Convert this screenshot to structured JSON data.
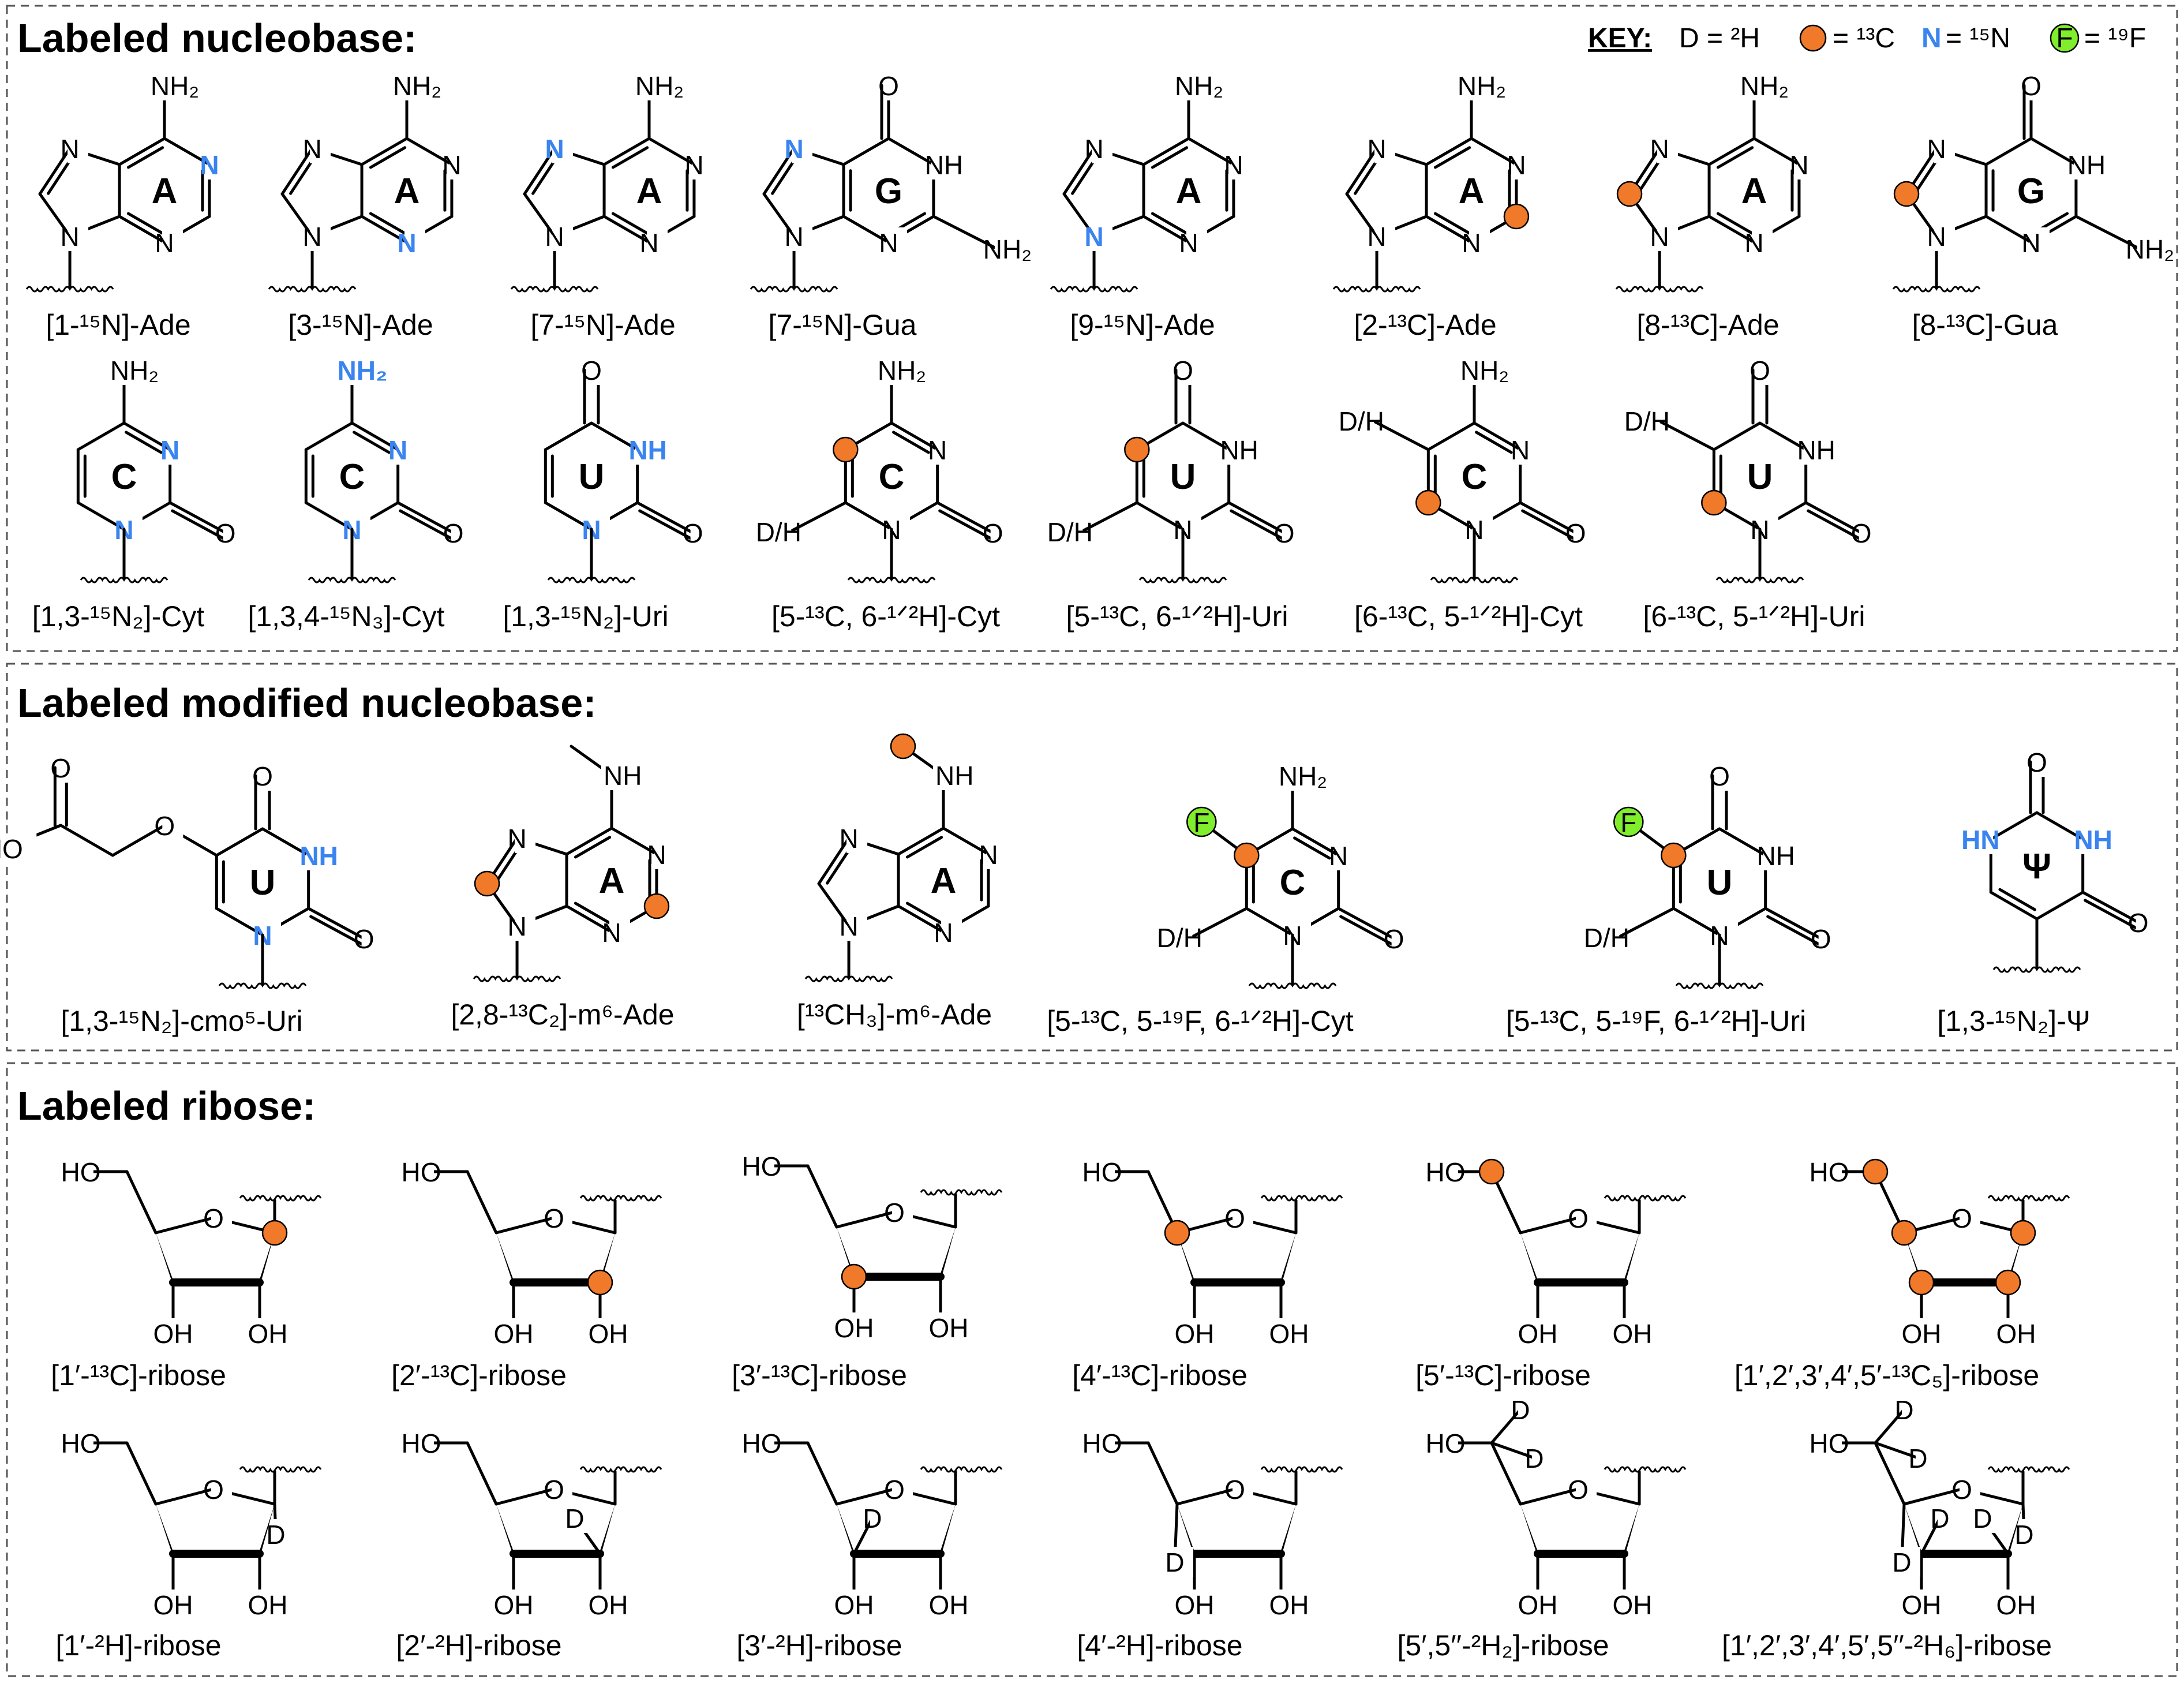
{
  "sections": {
    "nucleobase_title": "Labeled nucleobase:",
    "modified_title": "Labeled modified nucleobase:",
    "ribose_title": "Labeled ribose:"
  },
  "key": {
    "label": "KEY:",
    "deuterium": "D = ²H",
    "carbon": "= ¹³C",
    "nitrogen_symbol": "N",
    "nitrogen": "= ¹⁵N",
    "fluorine_symbol": "F",
    "fluorine": "= ¹⁹F"
  },
  "colors": {
    "c13": "#f07a2a",
    "n15": "#3a84f0",
    "f19": "#80ee2c",
    "bond": "#000000",
    "frame": "#555555"
  },
  "nucleobases": [
    {
      "name": "[1-¹⁵N]-Ade",
      "base": "purine",
      "letter": "A",
      "amino": true,
      "n15": [
        "N1"
      ],
      "c13": []
    },
    {
      "name": "[3-¹⁵N]-Ade",
      "base": "purine",
      "letter": "A",
      "amino": true,
      "n15": [
        "N3"
      ],
      "c13": []
    },
    {
      "name": "[7-¹⁵N]-Ade",
      "base": "purine",
      "letter": "A",
      "amino": true,
      "n15": [
        "N7"
      ],
      "c13": []
    },
    {
      "name": "[7-¹⁵N]-Gua",
      "base": "purine",
      "letter": "G",
      "amino": false,
      "n15": [
        "N7"
      ],
      "c13": []
    },
    {
      "name": "[9-¹⁵N]-Ade",
      "base": "purine",
      "letter": "A",
      "amino": true,
      "n15": [
        "N9"
      ],
      "c13": []
    },
    {
      "name": "[2-¹³C]-Ade",
      "base": "purine",
      "letter": "A",
      "amino": true,
      "n15": [],
      "c13": [
        "C2"
      ]
    },
    {
      "name": "[8-¹³C]-Ade",
      "base": "purine",
      "letter": "A",
      "amino": true,
      "n15": [],
      "c13": [
        "C8"
      ]
    },
    {
      "name": "[8-¹³C]-Gua",
      "base": "purine",
      "letter": "G",
      "amino": false,
      "n15": [],
      "c13": [
        "C8"
      ]
    },
    {
      "name": "[1,3-¹⁵N₂]-Cyt",
      "base": "pyrimidine",
      "letter": "C",
      "n15": [
        "N1",
        "N3"
      ],
      "c13": [],
      "d5": false,
      "d6": false
    },
    {
      "name": "[1,3,4-¹⁵N₃]-Cyt",
      "base": "pyrimidine",
      "letter": "C",
      "n15": [
        "N1",
        "N3",
        "N4"
      ],
      "c13": [],
      "d5": false,
      "d6": false
    },
    {
      "name": "[1,3-¹⁵N₂]-Uri",
      "base": "pyrimidine",
      "letter": "U",
      "n15": [
        "N1",
        "N3"
      ],
      "c13": [],
      "d5": false,
      "d6": false
    },
    {
      "name": "[5-¹³C, 6-¹ᐟ²H]-Cyt",
      "base": "pyrimidine",
      "letter": "C",
      "n15": [],
      "c13": [
        "C5"
      ],
      "d5": false,
      "d6": true
    },
    {
      "name": "[5-¹³C, 6-¹ᐟ²H]-Uri",
      "base": "pyrimidine",
      "letter": "U",
      "n15": [],
      "c13": [
        "C5"
      ],
      "d5": false,
      "d6": true
    },
    {
      "name": "[6-¹³C, 5-¹ᐟ²H]-Cyt",
      "base": "pyrimidine",
      "letter": "C",
      "n15": [],
      "c13": [
        "C6"
      ],
      "d5": true,
      "d6": false
    },
    {
      "name": "[6-¹³C, 5-¹ᐟ²H]-Uri",
      "base": "pyrimidine",
      "letter": "U",
      "n15": [],
      "c13": [
        "C6"
      ],
      "d5": true,
      "d6": false
    }
  ],
  "modified": [
    {
      "name": "[1,3-¹⁵N₂]-cmo⁵-Uri",
      "letter": "U",
      "n15": [
        "N1",
        "N3"
      ],
      "c13": [],
      "substituent": "cmo",
      "f5": false,
      "d6": false
    },
    {
      "name": "[2,8-¹³C₂]-m⁶-Ade",
      "letter": "A",
      "n15": [],
      "c13": [
        "C2",
        "C8"
      ],
      "methyl_label": false
    },
    {
      "name": "[¹³CH₃]-m⁶-Ade",
      "letter": "A",
      "n15": [],
      "c13": [],
      "methyl_label": true
    },
    {
      "name": "[5-¹³C, 5-¹⁹F, 6-¹ᐟ²H]-Cyt",
      "letter": "C",
      "n15": [],
      "c13": [
        "C5"
      ],
      "f5": true,
      "d6": true
    },
    {
      "name": "[5-¹³C, 5-¹⁹F, 6-¹ᐟ²H]-Uri",
      "letter": "U",
      "n15": [],
      "c13": [
        "C5"
      ],
      "f5": true,
      "d6": true
    },
    {
      "name": "[1,3-¹⁵N₂]-Ψ",
      "letter": "Ψ",
      "n15": [
        "N1",
        "N3"
      ],
      "c13": []
    }
  ],
  "ribose_13c": [
    {
      "name": "[1′-¹³C]-ribose",
      "c13": [
        "C1"
      ]
    },
    {
      "name": "[2′-¹³C]-ribose",
      "c13": [
        "C2"
      ]
    },
    {
      "name": "[3′-¹³C]-ribose",
      "c13": [
        "C3"
      ]
    },
    {
      "name": "[4′-¹³C]-ribose",
      "c13": [
        "C4"
      ]
    },
    {
      "name": "[5′-¹³C]-ribose",
      "c13": [
        "C5"
      ]
    },
    {
      "name": "[1′,2′,3′,4′,5′-¹³C₅]-ribose",
      "c13": [
        "C1",
        "C2",
        "C3",
        "C4",
        "C5"
      ]
    }
  ],
  "ribose_2h": [
    {
      "name": "[1′-²H]-ribose",
      "d": [
        "1"
      ]
    },
    {
      "name": "[2′-²H]-ribose",
      "d": [
        "2"
      ]
    },
    {
      "name": "[3′-²H]-ribose",
      "d": [
        "3"
      ]
    },
    {
      "name": "[4′-²H]-ribose",
      "d": [
        "4"
      ]
    },
    {
      "name": "[5′,5′′-²H₂]-ribose",
      "d": [
        "5a",
        "5b"
      ]
    },
    {
      "name": "[1′,2′,3′,4′,5′,5′′-²H₆]-ribose",
      "d": [
        "1",
        "2",
        "3",
        "4",
        "5a",
        "5b"
      ]
    }
  ],
  "atoms": {
    "N": "N",
    "NH": "NH",
    "NH2": "NH₂",
    "O": "O",
    "HN": "HN",
    "HO": "HO",
    "OH": "OH",
    "D": "D",
    "F": "F",
    "DH": "D/H"
  }
}
